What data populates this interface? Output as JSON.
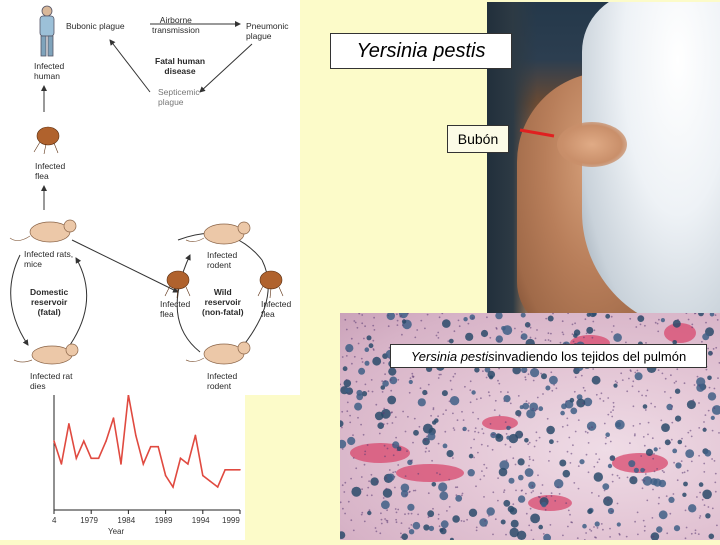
{
  "title": "Yersinia pestis",
  "bubo_label": "Bubón",
  "caption": {
    "italic": "Yersinia pestis",
    "rest": " invadiendo los tejidos del pulmón"
  },
  "cycle_diagram": {
    "bubonic_plague": "Bubonic plague",
    "airborne": "Airborne\ntransmission",
    "pneumonic": "Pneumonic\nplague",
    "infected_human": "Infected\nhuman",
    "fatal_human": "Fatal human\ndisease",
    "septicemic": "Septicemic\nplague",
    "infected_flea": "Infected\nflea",
    "infected_rats": "Infected rats,\nmice",
    "domestic_reservoir": "Domestic\nreservoir\n(fatal)",
    "infected_rat_dies": "Infected rat\ndies",
    "infected_rodent_top": "Infected\nrodent",
    "wild_reservoir": "Wild\nreservoir\n(non-fatal)",
    "infected_flea_left": "Infected\nflea",
    "infected_flea_right": "Infected\nflea",
    "infected_rodent_bottom": "Infected\nrodent"
  },
  "chart_data": {
    "type": "line",
    "x_ticks": [
      "4",
      "1979",
      "1984",
      "1989",
      "1994",
      "1999"
    ],
    "xlabel": "Year",
    "x": [
      1974,
      1975,
      1976,
      1977,
      1978,
      1979,
      1980,
      1981,
      1982,
      1983,
      1984,
      1985,
      1986,
      1987,
      1988,
      1989,
      1990,
      1991,
      1992,
      1993,
      1994,
      1995,
      1996,
      1997,
      1998,
      1999
    ],
    "values": [
      12,
      8,
      15,
      9,
      12,
      9,
      9,
      12,
      16,
      8,
      20,
      13,
      8,
      11,
      11,
      6,
      4,
      9,
      8,
      13,
      6,
      5,
      4,
      7,
      7,
      7
    ],
    "ylim": [
      0,
      20
    ],
    "color": "#e04a40"
  }
}
